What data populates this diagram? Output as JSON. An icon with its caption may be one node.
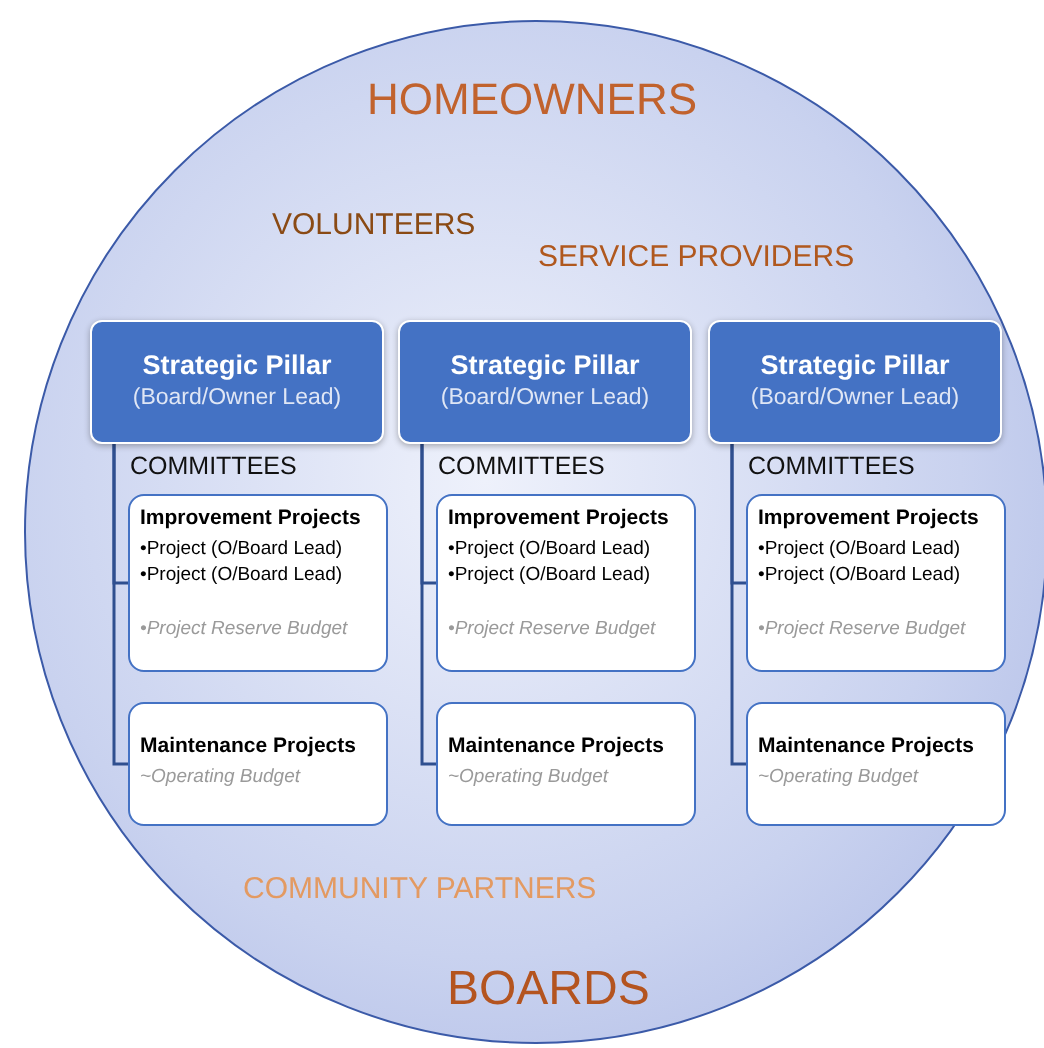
{
  "diagram": {
    "nodes": [
      {
        "text": [
          "HOMEOWNERS",
          "VOLUNTEERS",
          "SERVICE PROVIDERS",
          "COMMUNITY PARTNERS",
          "BOARDS"
        ]
      },
      {
        "text": [
          "Strategic Pillar",
          "(Board/Owner Lead)"
        ],
        "in": 0,
        "beside": [
          "COMMITTEES"
        ]
      },
      {
        "text": [
          "Strategic Pillar",
          "(Board/Owner Lead)"
        ],
        "in": 0,
        "beside": [
          "COMMITTEES"
        ]
      },
      {
        "text": [
          "Strategic Pillar",
          "(Board/Owner Lead)"
        ],
        "in": 0,
        "beside": [
          "COMMITTEES"
        ]
      },
      {
        "text": [
          "Improvement Projects",
          "•Project (O/Board Lead)",
          "•Project (O/Board Lead)",
          "•Project Reserve Budget"
        ],
        "in": 0
      },
      {
        "text": [
          "Improvement Projects",
          "•Project (O/Board Lead)",
          "•Project (O/Board Lead)",
          "•Project Reserve Budget"
        ],
        "in": 0
      },
      {
        "text": [
          "Improvement Projects",
          "•Project (O/Board Lead)",
          "•Project (O/Board Lead)",
          "•Project Reserve Budget"
        ],
        "in": 0
      },
      {
        "text": [
          "Maintenance Projects",
          "~Operating Budget"
        ],
        "in": 0
      },
      {
        "text": [
          "Maintenance Projects",
          "~Operating Budget"
        ],
        "in": 0
      },
      {
        "text": [
          "Maintenance Projects",
          "~Operating Budget"
        ],
        "in": 0
      }
    ],
    "edges": [
      {
        "from": 1,
        "to": 4,
        "arrow": "none"
      },
      {
        "from": 1,
        "to": 7,
        "arrow": "none"
      },
      {
        "from": 2,
        "to": 5,
        "arrow": "none"
      },
      {
        "from": 2,
        "to": 8,
        "arrow": "none"
      },
      {
        "from": 3,
        "to": 6,
        "arrow": "none"
      },
      {
        "from": 3,
        "to": 9,
        "arrow": "none"
      }
    ]
  }
}
